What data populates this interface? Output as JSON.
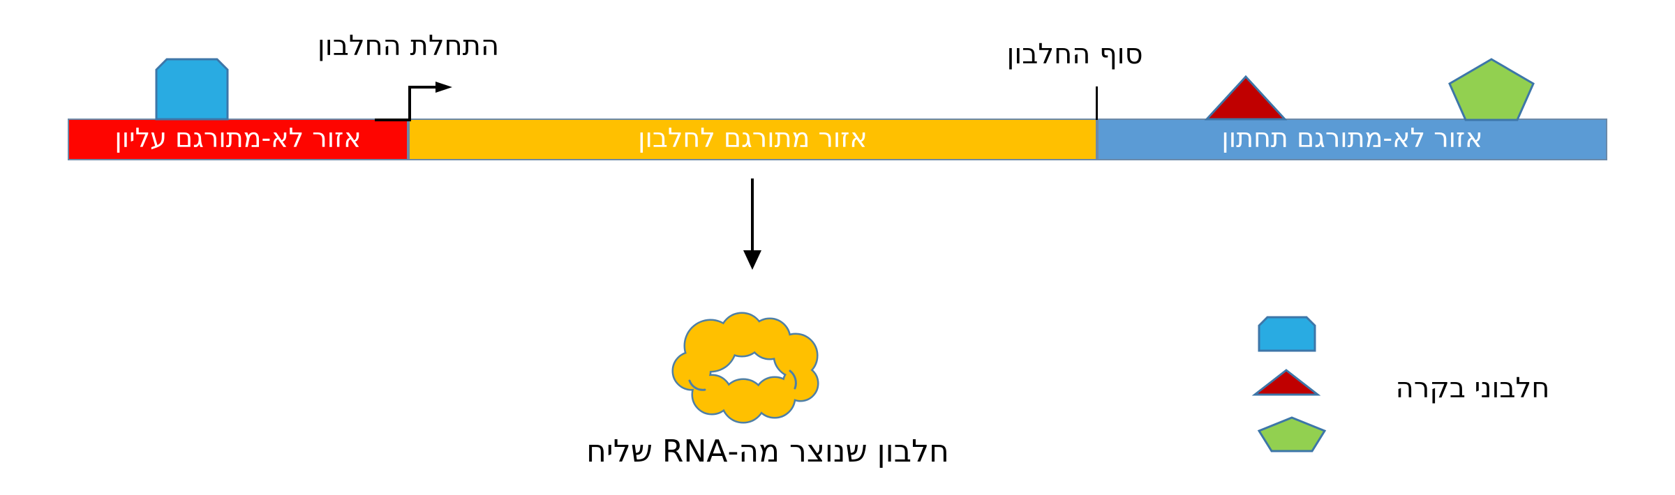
{
  "bars": {
    "utr5": {
      "label": "אזור לא-מתורגם עליון",
      "color": "#FE0500"
    },
    "cds": {
      "label": "אזור מתורגם לחלבון",
      "color": "#FFC000"
    },
    "utr3": {
      "label": "אזור לא-מתורגם תחתון",
      "color": "#5B9BD5"
    }
  },
  "annotations": {
    "protein_start": "התחלת החלבון",
    "protein_end": "סוף החלבון",
    "protein_product": "חלבון שנוצר מה-RNA שליח"
  },
  "legend": {
    "label": "חלבוני בקרה",
    "items": [
      {
        "shape": "snipped-rectangle",
        "color": "#29ABE2"
      },
      {
        "shape": "triangle",
        "color": "#C00000"
      },
      {
        "shape": "pentagon",
        "color": "#92D050"
      }
    ]
  },
  "colors": {
    "cyan": "#29ABE2",
    "dark_red": "#C00000",
    "green": "#92D050",
    "gold": "#FFC000",
    "shape_outline": "#3D76A8",
    "cloud_outline": "#4E7FA6",
    "arrow": "#000000"
  }
}
